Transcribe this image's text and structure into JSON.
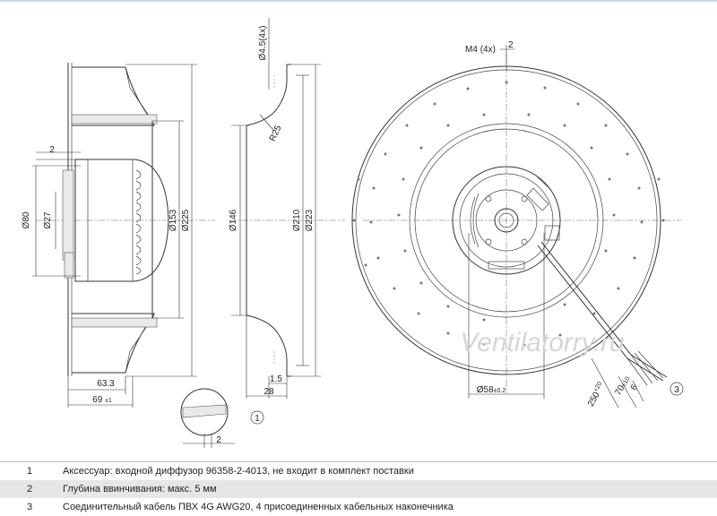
{
  "dims": {
    "d80": "Ø80",
    "d27": "Ø27",
    "d153": "Ø153",
    "d225": "Ø225",
    "d146": "Ø146",
    "d210": "Ø210",
    "d223": "Ø223",
    "d4_5": "Ø4.5(4x)",
    "r25": "R25",
    "w63": "63.3",
    "w69": "69",
    "w69_tol": "±1",
    "w1_5": "1.5",
    "w28": "28",
    "two_a": "2",
    "two_b": "2",
    "two_c": "2",
    "m4": "M4 (4x)",
    "d58": "Ø58",
    "d58_tol": "±0.2",
    "l250": "250",
    "l250_tol": "+20",
    "l70": "70",
    "l70_tol": "±10",
    "l6": "6"
  },
  "callouts": {
    "c1": "1",
    "c3": "3"
  },
  "watermark": "Ventilatorry.ru",
  "notes": [
    {
      "num": "1",
      "text": "Аксессуар: входной диффузор 96358-2-4013, не входит в комплект поставки"
    },
    {
      "num": "2",
      "text": "Глубина ввинчивания: макс. 5 мм"
    },
    {
      "num": "3",
      "text": "Соединительный кабель ПВХ 4G AWG20, 4 присоединенных кабельных наконечника"
    }
  ]
}
